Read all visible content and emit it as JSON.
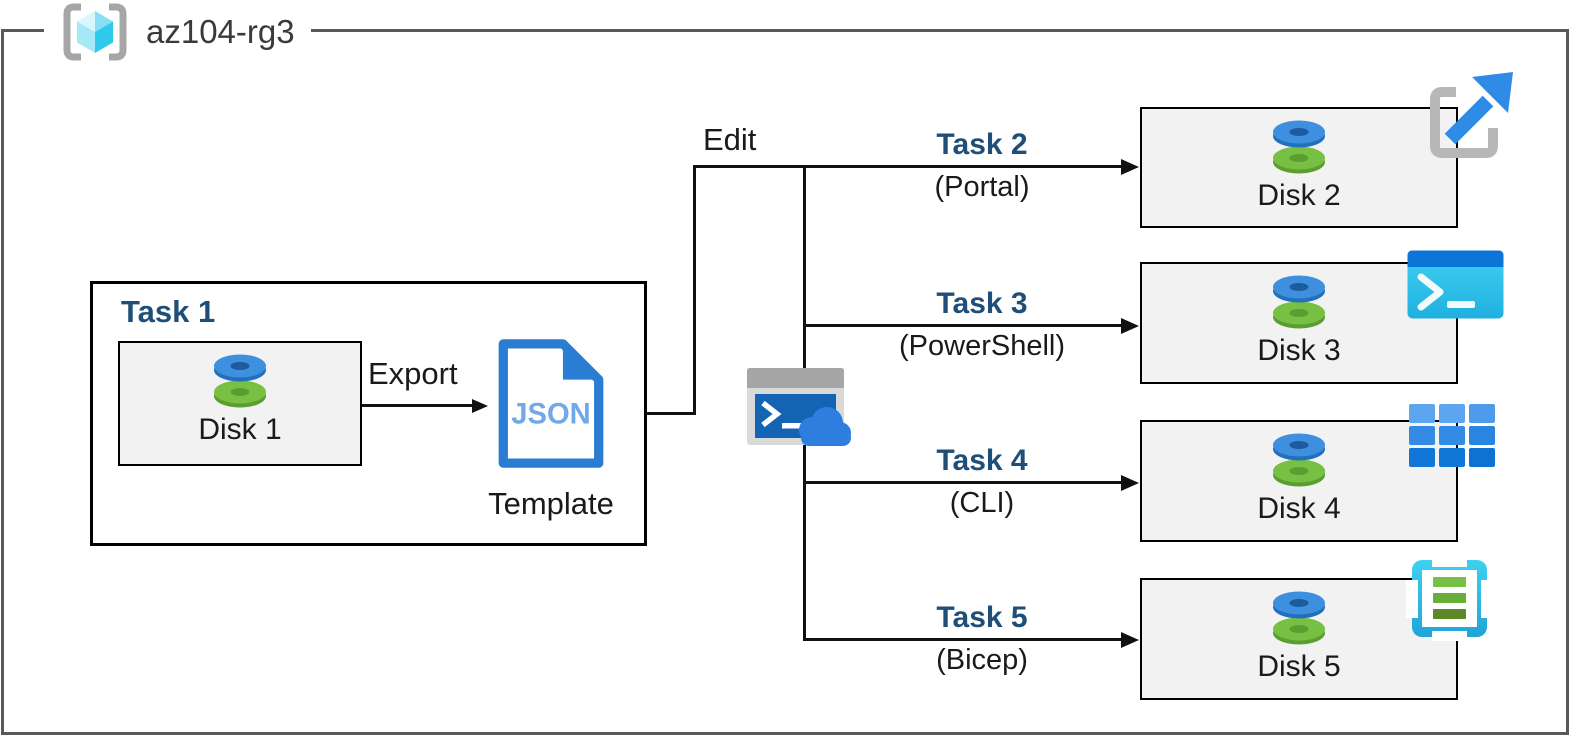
{
  "title": "az104-rg3",
  "edit_label": "Edit",
  "task1": {
    "label": "Task 1",
    "disk_label": "Disk 1",
    "export_label": "Export",
    "template_doc_text": "JSON",
    "template_caption": "Template"
  },
  "branches": [
    {
      "task": "Task 2",
      "method": "(Portal)",
      "disk_label": "Disk 2",
      "tool_icon": "azure-portal-icon"
    },
    {
      "task": "Task 3",
      "method": "(PowerShell)",
      "disk_label": "Disk 3",
      "tool_icon": "powershell-icon"
    },
    {
      "task": "Task 4",
      "method": "(CLI)",
      "disk_label": "Disk 4",
      "tool_icon": "cli-icon"
    },
    {
      "task": "Task 5",
      "method": "(Bicep)",
      "disk_label": "Disk 5",
      "tool_icon": "bicep-icon"
    }
  ],
  "icons": {
    "resource_group": "resource-group-icon",
    "disk": "managed-disk-icon",
    "json_document": "json-template-icon",
    "cloud_shell": "cloud-shell-icon"
  },
  "colors": {
    "task_heading": "#1F4E79",
    "box_fill": "#F2F2F2",
    "outer_border": "#595959",
    "box_border": "#000000",
    "json_doc_blue": "#2B7CD3",
    "json_text_blue": "#71A8E8",
    "disk_blue": "#3F8FDF",
    "disk_green": "#77C043",
    "rg_cube_cyan": "#2FC9EC"
  }
}
